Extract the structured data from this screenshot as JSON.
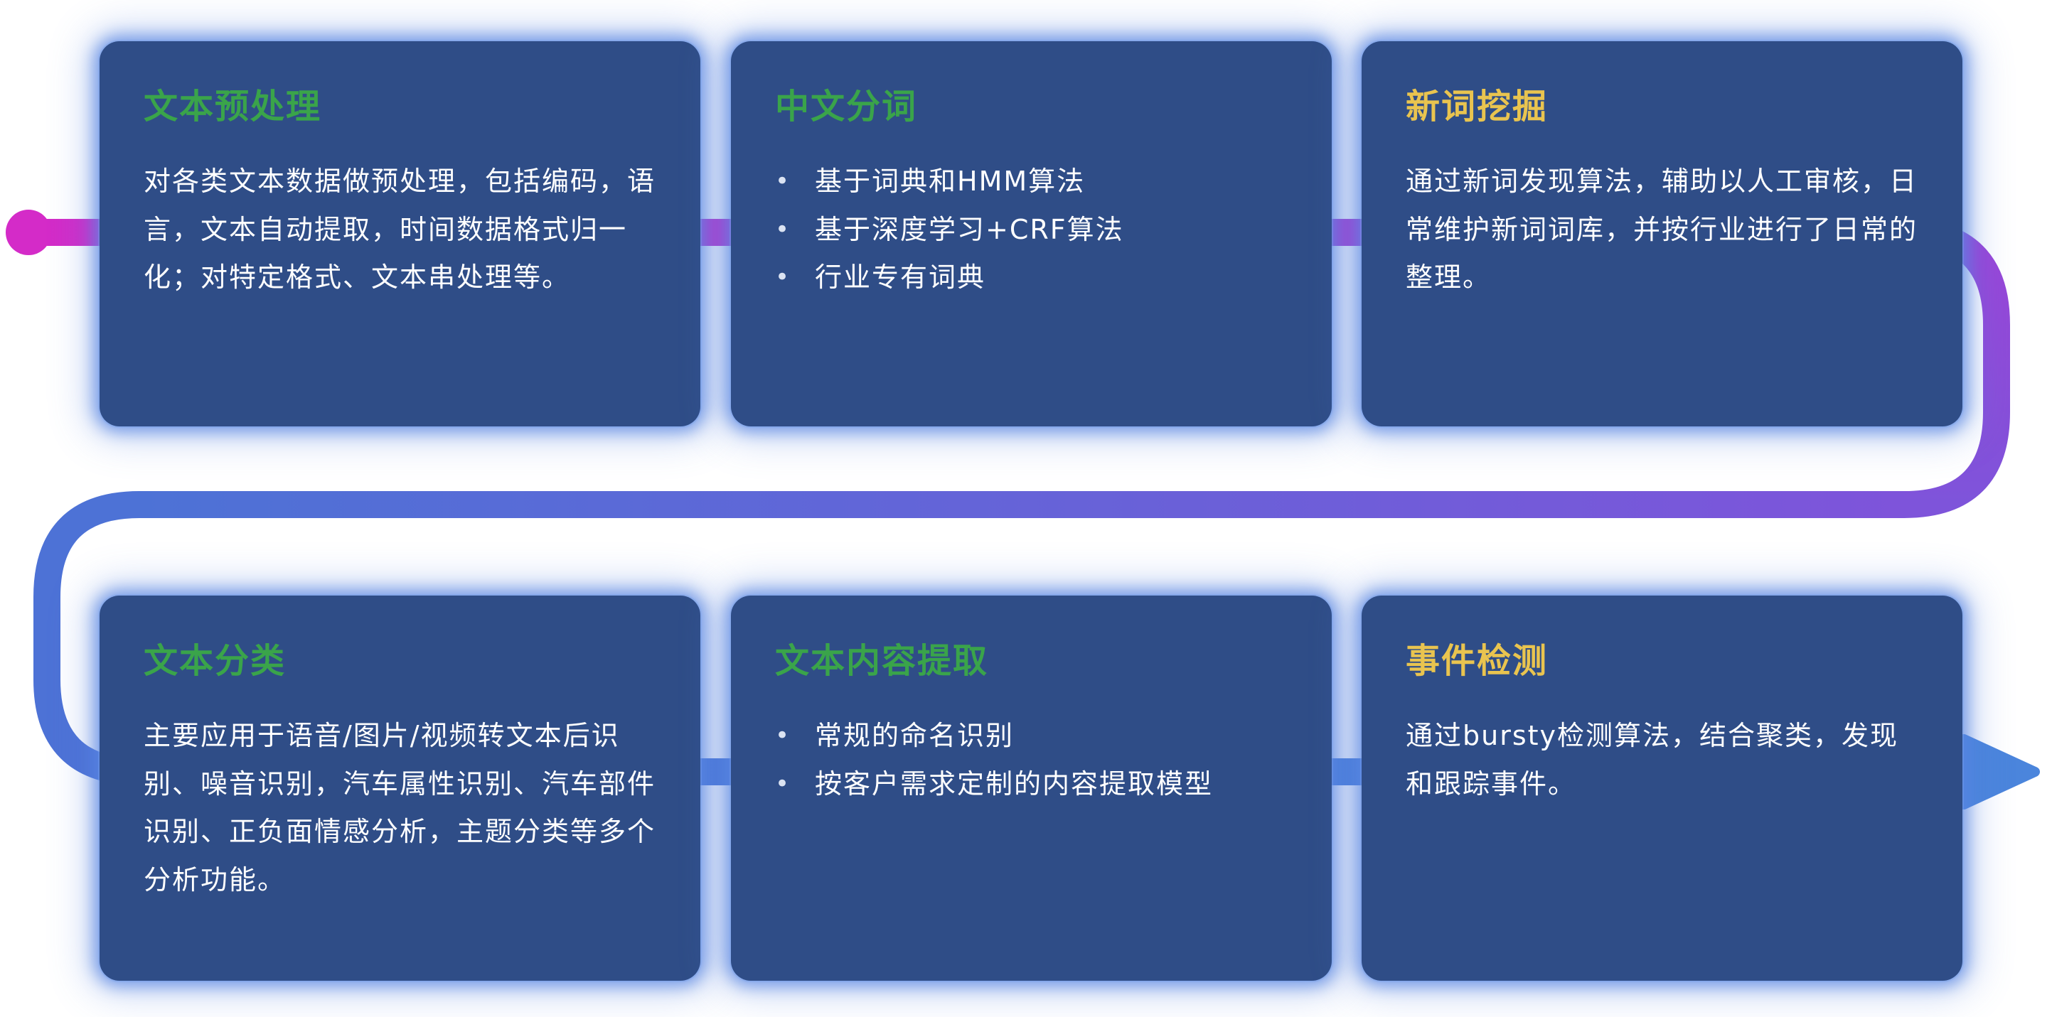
{
  "bullet_char": "•",
  "colors": {
    "background": "#ffffff",
    "card_bg": "#2f4d87",
    "card_glow": "#5886e2",
    "title_green": "#3aa44a",
    "title_yellow": "#e9c44f",
    "body_text": "#ffffff",
    "bullet_color": "#dbe3f2",
    "pipe_magenta": "#d42bc8",
    "pipe_purple": "#9b44d7",
    "pipe_violet": "#7e54da",
    "pipe_blue": "#4d72d6",
    "pipe_arrow_blue": "#4b85dc"
  },
  "flow": {
    "start_marker": "dot",
    "end_marker": "arrow-right",
    "order": [
      "文本预处理",
      "中文分词",
      "新词挖掘",
      "文本分类",
      "文本内容提取",
      "事件检测"
    ]
  },
  "cards": [
    {
      "title": "文本预处理",
      "title_color": "green",
      "type": "paragraph",
      "body": "对各类文本数据做预处理，包括编码，语言，文本自动提取，时间数据格式归一化；对特定格式、文本串处理等。"
    },
    {
      "title": "中文分词",
      "title_color": "green",
      "type": "bullets",
      "bullets": [
        "基于词典和HMM算法",
        "基于深度学习+CRF算法",
        "行业专有词典"
      ]
    },
    {
      "title": "新词挖掘",
      "title_color": "yellow",
      "type": "paragraph",
      "body": "通过新词发现算法，辅助以人工审核，日常维护新词词库，并按行业进行了日常的整理。"
    },
    {
      "title": "文本分类",
      "title_color": "green",
      "type": "paragraph",
      "body": "主要应用于语音/图片/视频转文本后识别、噪音识别，汽车属性识别、汽车部件识别、正负面情感分析，主题分类等多个分析功能。"
    },
    {
      "title": "文本内容提取",
      "title_color": "green",
      "type": "bullets",
      "bullets": [
        "常规的命名识别",
        "按客户需求定制的内容提取模型"
      ]
    },
    {
      "title": "事件检测",
      "title_color": "yellow",
      "type": "paragraph",
      "body": "通过bursty检测算法，结合聚类，发现和跟踪事件。"
    }
  ]
}
